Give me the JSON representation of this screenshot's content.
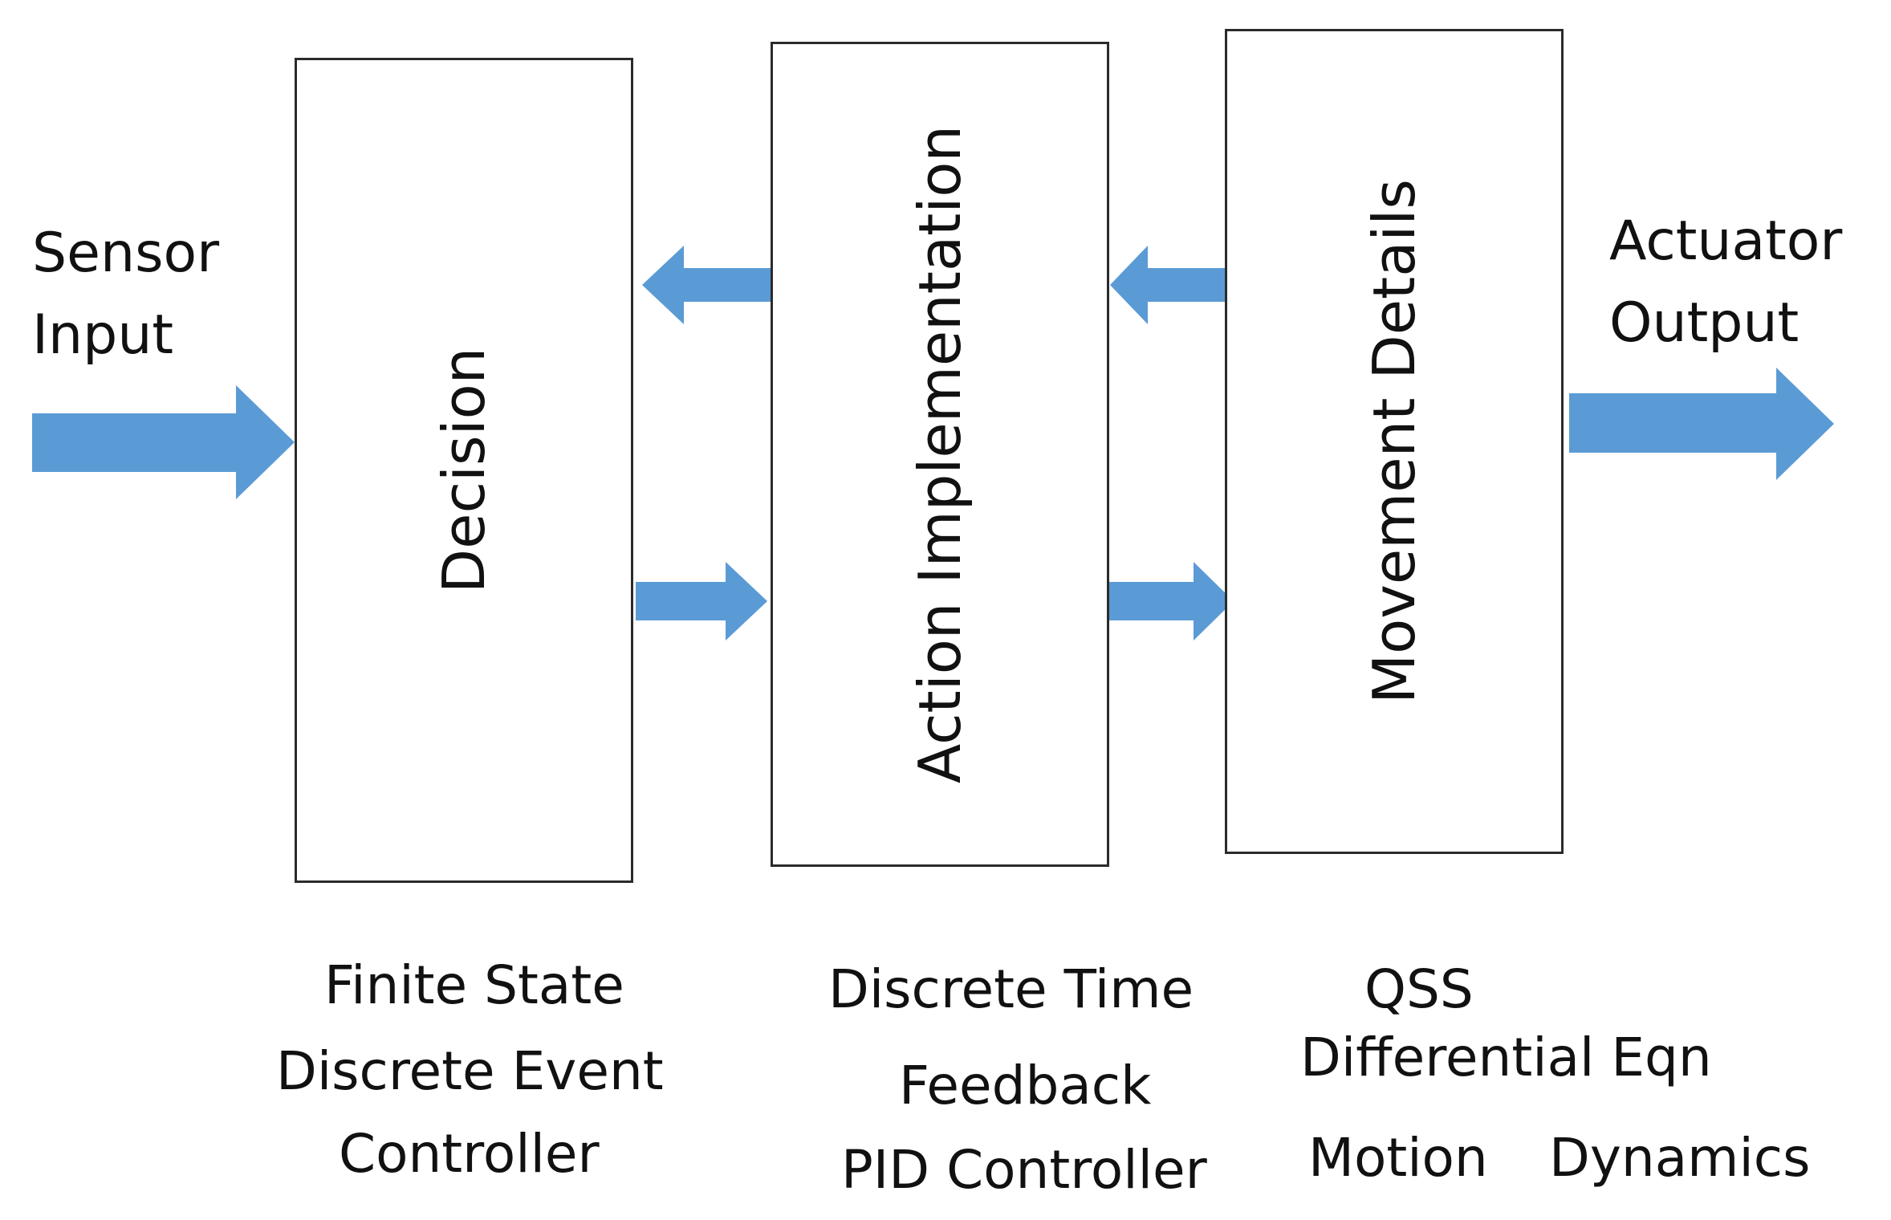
{
  "colors": {
    "arrow": "#5b9bd5",
    "box_border": "#2b2b2b"
  },
  "input_label": {
    "line1": "Sensor",
    "line2": "Input"
  },
  "output_label": {
    "line1": "Actuator",
    "line2": "Output"
  },
  "blocks": {
    "decision": "Decision",
    "action": "Action Implementation",
    "movement": "Movement Details"
  },
  "captions": {
    "decision": [
      "Finite State",
      "Discrete Event",
      "Controller"
    ],
    "action": [
      "Discrete Time",
      "Feedback",
      "PID Controller"
    ],
    "movement": [
      "QSS",
      "Differential Eqn",
      "Motion",
      "Dynamics"
    ]
  }
}
